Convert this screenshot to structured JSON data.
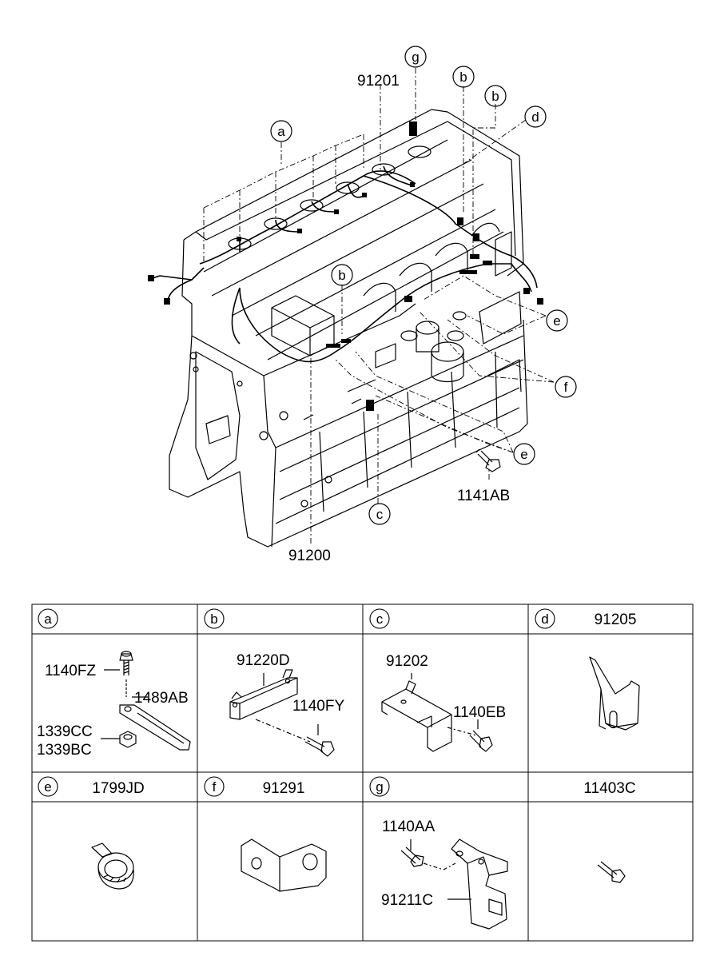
{
  "diagram": {
    "callouts": {
      "g": "g",
      "b1": "b",
      "b2": "b",
      "d": "d",
      "a": "a",
      "b3": "b",
      "e1": "e",
      "f": "f",
      "e2": "e",
      "c": "c"
    },
    "part_numbers": {
      "harness_top": "91201",
      "harness_main": "91200",
      "bolt_side": "1141AB"
    }
  },
  "legend": {
    "cells": [
      {
        "letter": "a",
        "title": "",
        "labels": [
          "1140FZ",
          "1489AB",
          "1339CC",
          "1339BC"
        ]
      },
      {
        "letter": "b",
        "title": "",
        "labels": [
          "91220D",
          "1140FY"
        ]
      },
      {
        "letter": "c",
        "title": "",
        "labels": [
          "91202",
          "1140EB"
        ]
      },
      {
        "letter": "d",
        "title": "91205",
        "labels": []
      },
      {
        "letter": "e",
        "title": "1799JD",
        "labels": []
      },
      {
        "letter": "f",
        "title": "91291",
        "labels": []
      },
      {
        "letter": "g",
        "title": "",
        "labels": [
          "1140AA",
          "91211C"
        ]
      },
      {
        "letter": "",
        "title": "11403C",
        "labels": []
      }
    ]
  }
}
